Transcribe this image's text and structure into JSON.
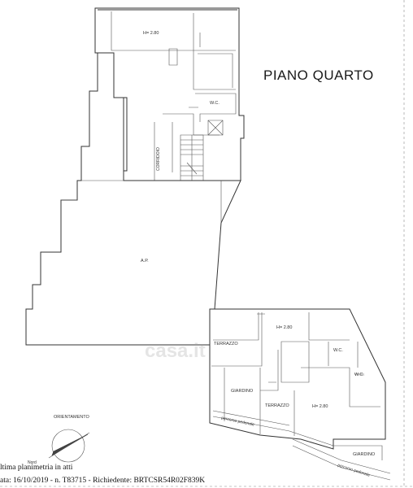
{
  "title": "PIANO QUARTO",
  "rooms": {
    "height_top": "H= 2.80",
    "wc_top": "W.C.",
    "corridoio": "CORRIDOIO",
    "ap": "A.P.",
    "height_mid": "H= 2.80",
    "terrazzo_1": "TERRAZZO",
    "wc_mid": "W.C.",
    "wc_right": "W.C.",
    "giardino_1": "GIARDINO",
    "terrazzo_2": "TERRAZZO",
    "height_low": "H= 2.80",
    "percorso_1": "percorso pedonale",
    "giardino_2": "GIARDINO",
    "percorso_2": "percorso pedonale"
  },
  "orientation": {
    "label": "ORIENTAMENTO",
    "north": "Nord"
  },
  "watermark": "casa.it",
  "footer": {
    "line1": "ltima planimetria in atti",
    "line2": "ata: 16/10/2019 - n. T83715 - Richiedente: BRTCSR54R02F839K"
  },
  "colors": {
    "ink": "#333333",
    "background": "#ffffff"
  }
}
